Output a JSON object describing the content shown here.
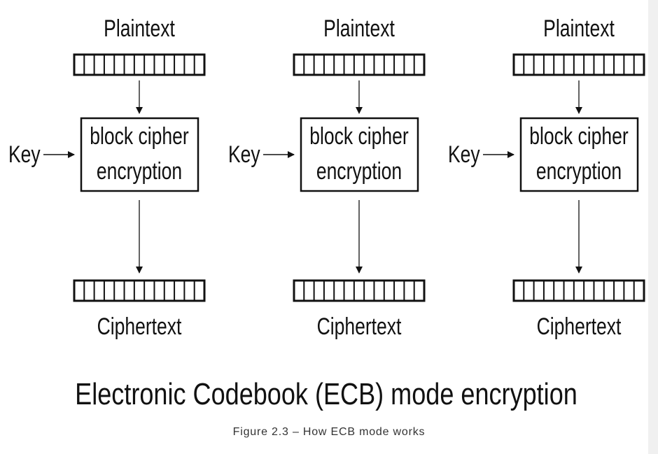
{
  "diagram": {
    "title": "Electronic Codebook (ECB) mode encryption",
    "block_cell_count": 13,
    "units": [
      {
        "plaintext_label": "Plaintext",
        "key_label": "Key",
        "cipher_line1": "block cipher",
        "cipher_line2": "encryption",
        "ciphertext_label": "Ciphertext"
      },
      {
        "plaintext_label": "Plaintext",
        "key_label": "Key",
        "cipher_line1": "block cipher",
        "cipher_line2": "encryption",
        "ciphertext_label": "Ciphertext"
      },
      {
        "plaintext_label": "Plaintext",
        "key_label": "Key",
        "cipher_line1": "block cipher",
        "cipher_line2": "encryption",
        "ciphertext_label": "Ciphertext"
      }
    ]
  },
  "caption": "Figure 2.3 – How ECB mode works"
}
